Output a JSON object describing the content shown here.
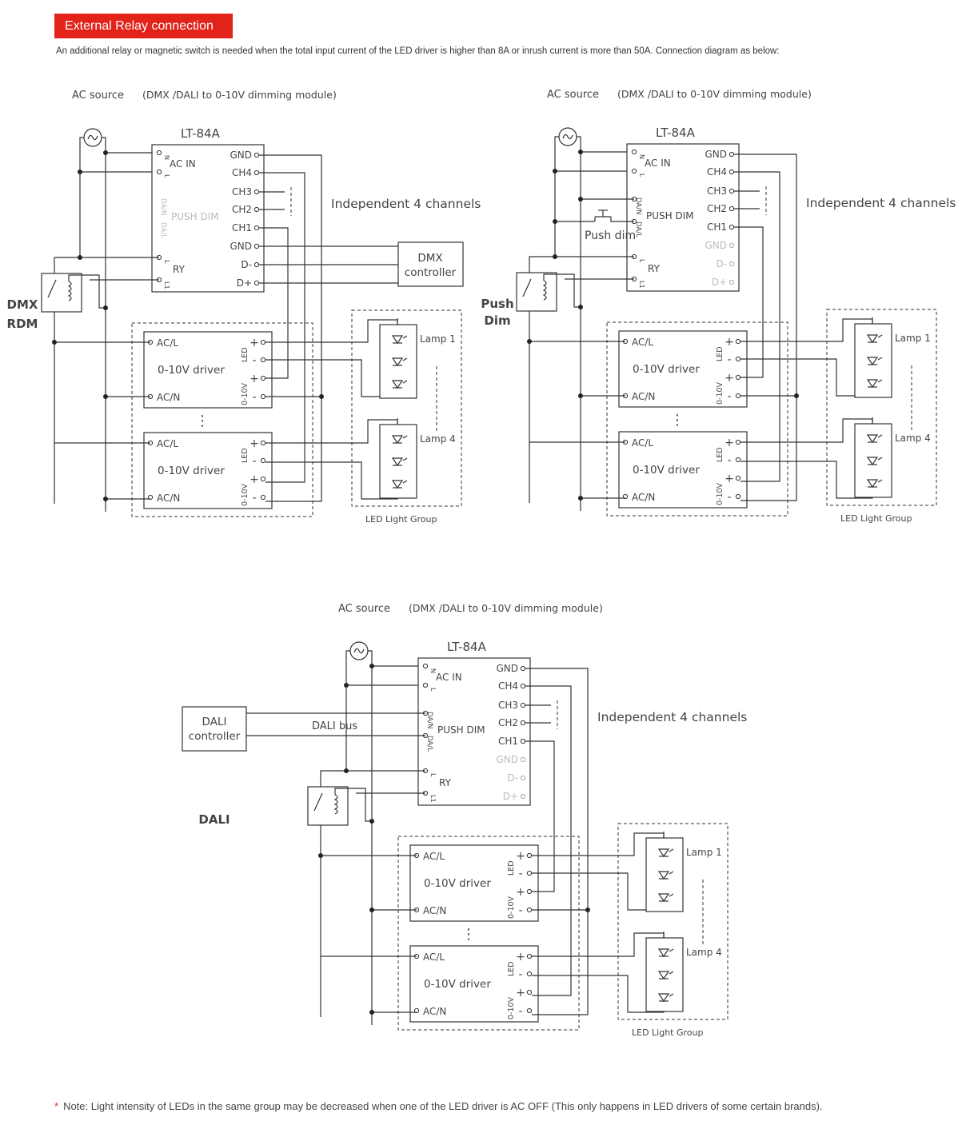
{
  "header": {
    "title": "External Relay connection"
  },
  "intro": "An additional relay or magnetic switch is needed when the total input current of the LED driver is higher than 8A or inrush current is more than 50A. Connection diagram as below:",
  "labels": {
    "ac_source": "AC source",
    "module": "(DMX /DALI to 0-10V dimming module)",
    "device": "LT-84A",
    "ac_in": "AC IN",
    "push_dim": "PUSH DIM",
    "ry": "RY",
    "dan": "DA/N",
    "dal": "DA/L",
    "n": "N",
    "l": "L",
    "l1": "L1",
    "gnd": "GND",
    "ch4": "CH4",
    "ch3": "CH3",
    "ch2": "CH2",
    "ch1": "CH1",
    "dminus": "D-",
    "dplus": "D+",
    "independent": "Independent 4 channels",
    "driver": "0-10V driver",
    "acl": "AC/L",
    "acn": "AC/N",
    "led": "LED",
    "v010": "0-10V",
    "plus": "+",
    "minus": "-",
    "lamp1": "Lamp 1",
    "lamp4": "Lamp 4",
    "led_group": "LED Light Group",
    "dmx_controller": [
      "DMX",
      "controller"
    ],
    "dali_controller": [
      "DALI",
      "controller"
    ],
    "dali_bus": "DALI bus",
    "push_dim_button": "Push dim",
    "mode_dmx": [
      "DMX",
      "RDM"
    ],
    "mode_push": [
      "Push",
      "Dim"
    ],
    "mode_dali": "DALI"
  },
  "footnote": {
    "mark": "*",
    "text": "Note: Light intensity of LEDs in the same group may be decreased when one of the LED driver is AC OFF (This only happens in LED drivers of some certain brands)."
  }
}
